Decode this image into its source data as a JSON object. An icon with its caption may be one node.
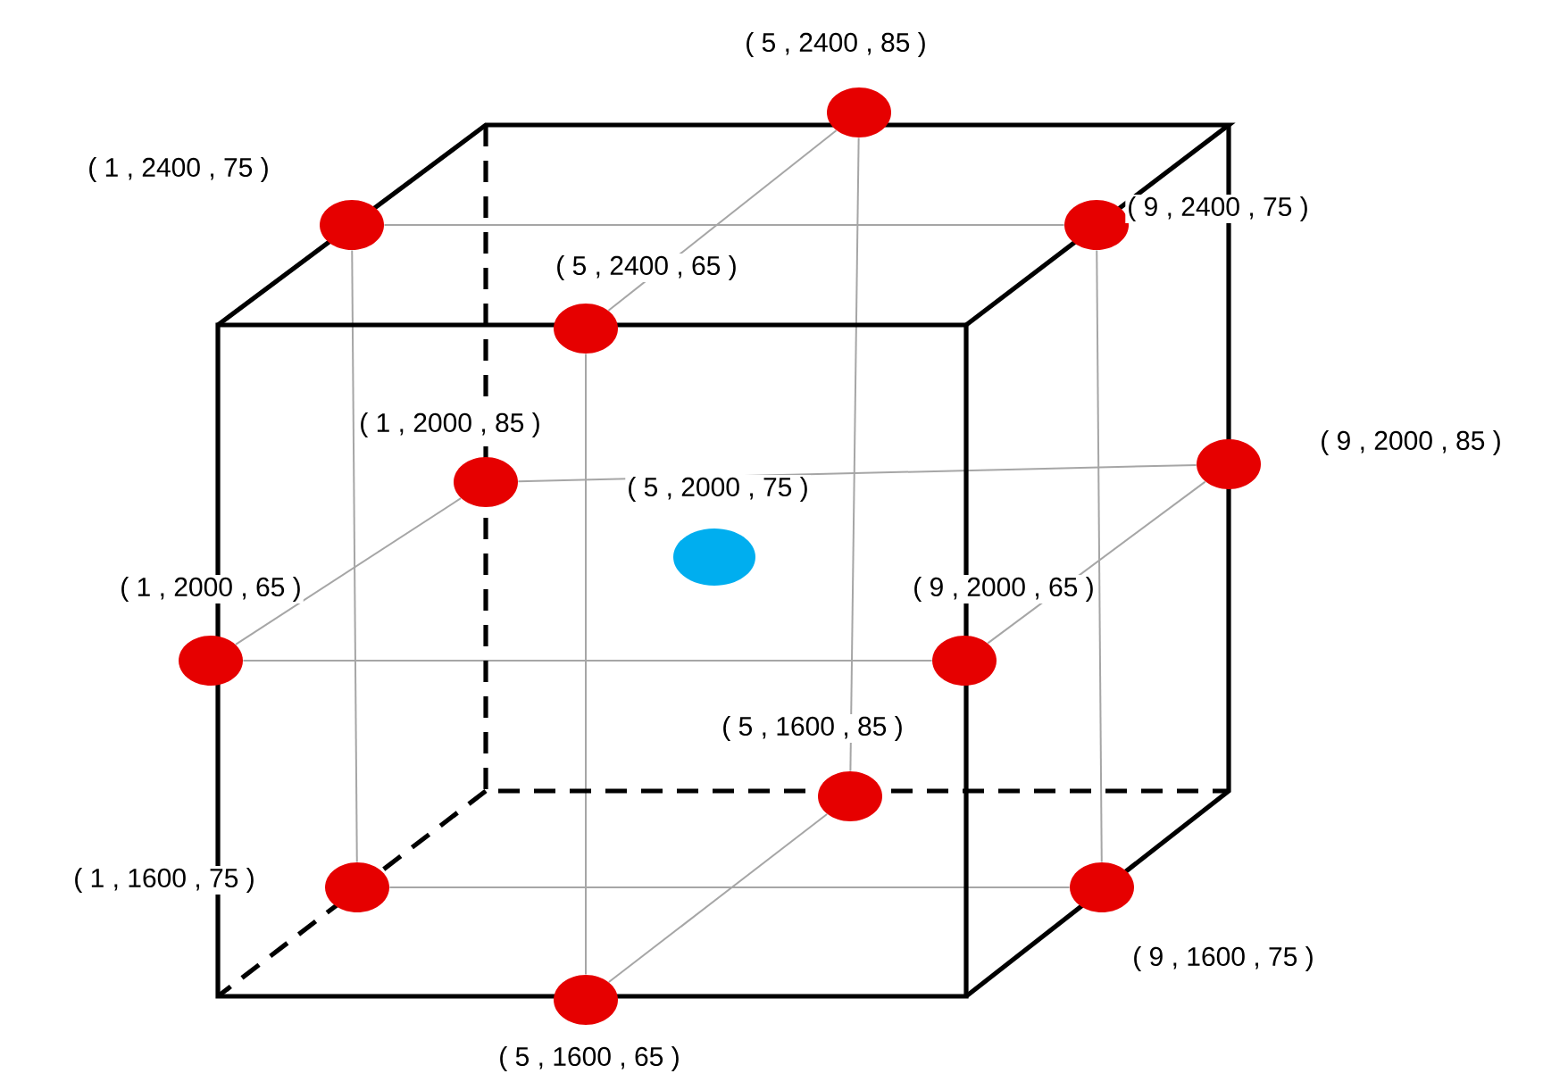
{
  "diagram": {
    "nodes": [
      {
        "text": [],
        "shape": "circle",
        "beside": [
          "( 5 , 2400 , 85 )"
        ]
      },
      {
        "text": [],
        "shape": "circle",
        "beside": [
          "( 1 , 2400 , 75 )"
        ]
      },
      {
        "text": [],
        "shape": "circle",
        "beside": [
          "( 9 , 2400 , 75 )"
        ]
      },
      {
        "text": [],
        "shape": "circle",
        "beside": [
          "( 5 , 2400 , 65 )"
        ]
      },
      {
        "text": [],
        "shape": "circle",
        "beside": [
          "( 1 , 2000 , 85 )"
        ]
      },
      {
        "text": [],
        "shape": "circle",
        "beside": [
          "( 9 , 2000 , 85 )"
        ]
      },
      {
        "text": [],
        "shape": "circle",
        "beside": [
          "( 5 , 2000 , 75 )"
        ]
      },
      {
        "text": [],
        "shape": "circle",
        "beside": [
          "( 1 , 2000 , 65 )"
        ]
      },
      {
        "text": [],
        "shape": "circle",
        "beside": [
          "( 9 , 2000 , 65 )"
        ]
      },
      {
        "text": [],
        "shape": "circle",
        "beside": [
          "( 5 , 1600 , 85 )"
        ]
      },
      {
        "text": [],
        "shape": "circle",
        "beside": [
          "( 1 , 1600 , 75 )"
        ]
      },
      {
        "text": [],
        "shape": "circle",
        "beside": [
          "( 9 , 1600 , 75 )"
        ]
      },
      {
        "text": [],
        "shape": "circle",
        "beside": [
          "( 5 , 1600 , 65 )"
        ]
      }
    ],
    "edges": [
      {
        "from": 1,
        "to": 2,
        "arrow": "none"
      },
      {
        "from": 0,
        "to": 3,
        "arrow": "none"
      },
      {
        "from": 1,
        "to": 10,
        "arrow": "none"
      },
      {
        "from": 0,
        "to": 9,
        "arrow": "none"
      },
      {
        "from": 3,
        "to": 12,
        "arrow": "none"
      },
      {
        "from": 2,
        "to": 11,
        "arrow": "none"
      },
      {
        "from": 4,
        "to": 5,
        "arrow": "none"
      },
      {
        "from": 7,
        "to": 8,
        "arrow": "none"
      },
      {
        "from": 7,
        "to": 4,
        "arrow": "none"
      },
      {
        "from": 8,
        "to": 5,
        "arrow": "none"
      },
      {
        "from": 10,
        "to": 11,
        "arrow": "none"
      },
      {
        "from": 12,
        "to": 9,
        "arrow": "none"
      }
    ]
  }
}
